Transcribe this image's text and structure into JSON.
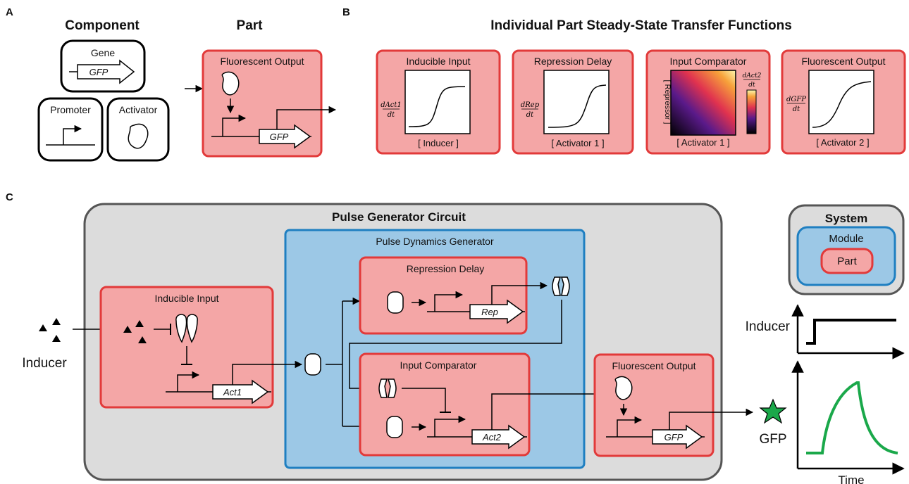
{
  "panels": {
    "a": "A",
    "b": "B",
    "c": "C"
  },
  "panel_a": {
    "component_heading": "Component",
    "part_heading": "Part",
    "gene_label": "Gene",
    "gene_text": "GFP",
    "promoter_label": "Promoter",
    "activator_label": "Activator",
    "part_title": "Fluorescent Output",
    "part_gene_text": "GFP"
  },
  "panel_b": {
    "heading": "Individual Part Steady-State Transfer Functions",
    "boxes": [
      {
        "title": "Inducible Input",
        "ylabel_top": "dAct1",
        "ylabel_bottom": "dt",
        "xlabel": "[ Inducer ]"
      },
      {
        "title": "Repression Delay",
        "ylabel_top": "dRep",
        "ylabel_bottom": "dt",
        "xlabel": "[ Activator 1 ]"
      },
      {
        "title": "Input Comparator",
        "ylabel": "[ Repressor ]",
        "xlabel": "[ Activator 1 ]",
        "colorbar_top": "dAct2",
        "colorbar_bottom": "dt"
      },
      {
        "title": "Fluorescent Output",
        "ylabel_top": "dGFP",
        "ylabel_bottom": "dt",
        "xlabel": "[ Activator 2 ]"
      }
    ]
  },
  "panel_c": {
    "circuit_title": "Pulse Generator Circuit",
    "module_title": "Pulse Dynamics Generator",
    "inducible_input": "Inducible Input",
    "act1": "Act1",
    "repression_delay": "Repression Delay",
    "rep": "Rep",
    "input_comparator": "Input Comparator",
    "act2": "Act2",
    "fluorescent_output": "Fluorescent Output",
    "gfp": "GFP",
    "inducer": "Inducer",
    "gfp_out": "GFP"
  },
  "legend": {
    "system": "System",
    "module": "Module",
    "part": "Part"
  },
  "time_plots": {
    "inducer_label": "Inducer",
    "gfp_label": "GFP",
    "xlabel": "Time"
  },
  "colors": {
    "part_fill": "#f4a6a6",
    "part_stroke": "#e23a3a",
    "module_fill": "#9cc8e6",
    "module_stroke": "#1f7fc1",
    "system_fill": "#dcdcdc",
    "system_stroke": "#555555",
    "gfp_curve": "#1aa84a",
    "star": "#1aa84a"
  }
}
